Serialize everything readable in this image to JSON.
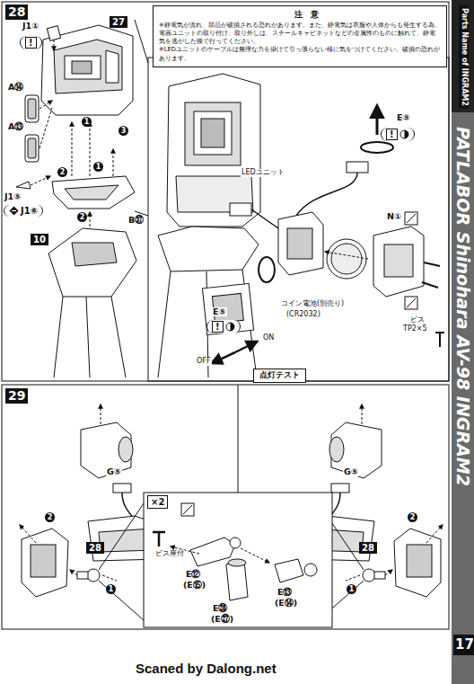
{
  "diagram": {
    "nodes": [
      {
        "text": [
          "28"
        ]
      },
      {
        "text": [
          "注　意",
          "※静電気が流れ、部品が破損される恐れがあります。また、静電気は衣服や人体からも発生する為、電器ユニットの取り付け、取り外しは、スチールキャビネットなどの金属性のものに触れて、静電気を逃がした後で行ってください。",
          "※LEDユニットのケーブルは無理な力を掛けて引っ張らない様に気をつけてください。破損の恐れがあります。"
        ]
      },
      {
        "text": [
          "!"
        ]
      },
      {
        "text": [
          "27"
        ]
      },
      {
        "text": [
          "J1⑥"
        ]
      },
      {
        "text": [
          "10"
        ]
      },
      {
        "text": [
          "!"
        ]
      },
      {
        "text": [
          "!"
        ]
      },
      {
        "text": [
          "点灯テスト"
        ]
      },
      {
        "text": [
          "29"
        ]
      },
      {
        "text": [
          "28"
        ]
      },
      {
        "text": [
          "28"
        ]
      },
      {
        "text": [
          "×2"
        ]
      },
      {
        "text": [
          "17"
        ]
      }
    ],
    "labels": [
      "Parts Name of INGRAM2",
      "J1①",
      "A⑭",
      "A⑬",
      "J1⑤",
      "1",
      "2",
      "3",
      "1",
      "2",
      "B㊲",
      "E⑤",
      "LEDユニット",
      "N①",
      "E⑤",
      "コイン電池(別売り)",
      "(CR2032)",
      "ビス",
      "TP2×5",
      "OFF",
      "ON",
      "PATLABOR Shinohara AV-98 INGRAM2",
      "G⑤",
      "2",
      "1",
      "G⑤",
      "2",
      "1",
      "ビス座付",
      "E⑫",
      "(E⑮)",
      "E㉘",
      "(E㉗)",
      "E⑬",
      "(E⑭)",
      "Scaned by Dalong.net"
    ]
  }
}
